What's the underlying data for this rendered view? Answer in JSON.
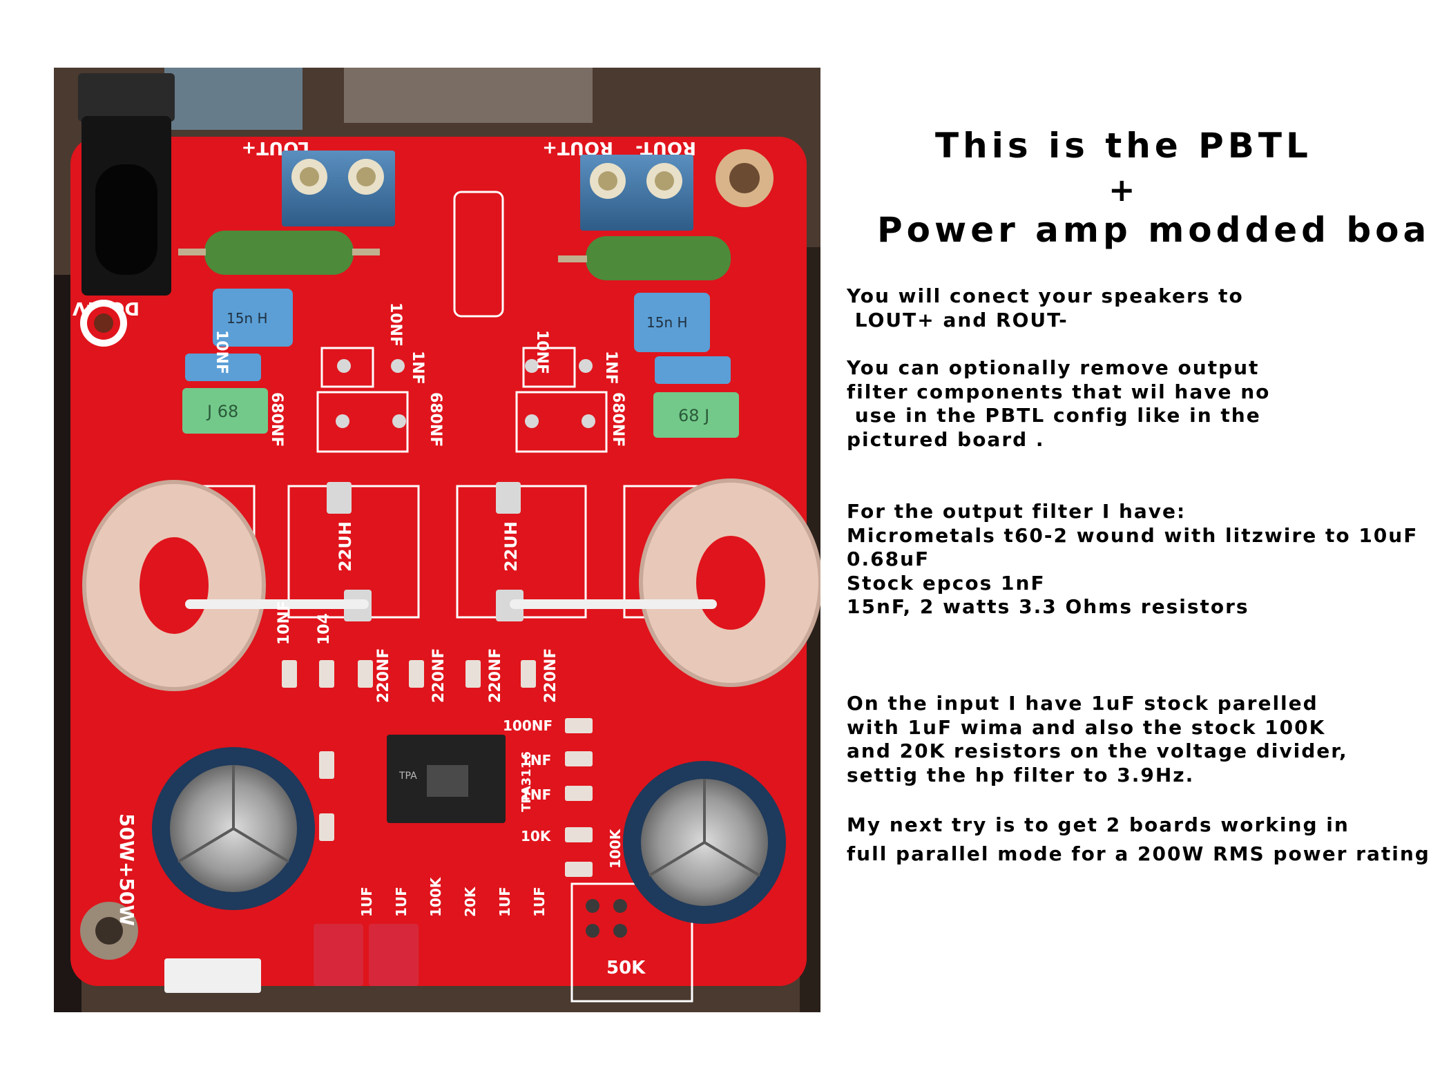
{
  "title": {
    "line1": "This is the PBTL",
    "plus": "+",
    "line2": "Power amp modded board."
  },
  "notes": {
    "speakers": "You will conect your speakers to\n LOUT+ and ROUT-",
    "optional": "You can optionally remove output\nfilter components that wil have no\n use in the PBTL config like in the\npictured board .",
    "filter": "For the output filter I have:\nMicrometals t60-2 wound with litzwire to 10uF\n0.68uF\nStock epcos 1nF\n15nF, 2 watts 3.3 Ohms resistors",
    "input": "On the input I have 1uF stock parelled\nwith 1uF wima and also the stock 100K\nand 20K resistors on the voltage divider,\nsettig the hp filter to 3.9Hz.",
    "next": "My next try is to get 2 boards working in\nfull parallel mode for a 200W RMS power rating."
  },
  "photo_labels": {
    "lout": "LOUT+",
    "rout_plus": "ROUT+",
    "rout_minus": "ROUT-",
    "dc24v": "DC24V",
    "cap_10nf_1": "10NF",
    "cap_10nf_2": "10NF",
    "cap_10nf_3": "10NF",
    "cap_1nf_1": "1NF",
    "cap_1nf_2": "1NF",
    "cap_680nf_1": "680NF",
    "cap_680nf_2": "680NF",
    "cap_680nf_3": "680NF",
    "ind_22uh_1": "22UH",
    "ind_22uh_2": "22UH",
    "cap_104": "104",
    "cap_220nf_1": "220NF",
    "cap_220nf_2": "220NF",
    "cap_220nf_3": "220NF",
    "cap_220nf_4": "220NF",
    "cap_100nf": "100NF",
    "cap_1nf_3": "1NF",
    "cap_1nf_4": "1NF",
    "res_10k": "10K",
    "res_100k_1": "100K",
    "res_100k_2": "100K",
    "res_20k": "20K",
    "cap_1uf_1": "1UF",
    "cap_1uf_2": "1UF",
    "cap_1uf_3": "1UF",
    "cap_1uf_4": "1UF",
    "pot_50k": "50K",
    "chip": "TPA3116",
    "power_rating": "50W+50W"
  },
  "colors": {
    "pcb": "#e0141c",
    "silkscreen": "#ffffff",
    "terminal": "#3c6f9e",
    "resistor": "#4d8a3a",
    "film_cap": "#5b9fd6",
    "mkp_cap": "#73c98a",
    "toroid": "#e8c8b8",
    "electrolytic": "#1e3a5c",
    "chip": "#222222",
    "wima": "#d6283a"
  },
  "icons": {
    "ground_hole": "mounting-hole-icon"
  }
}
